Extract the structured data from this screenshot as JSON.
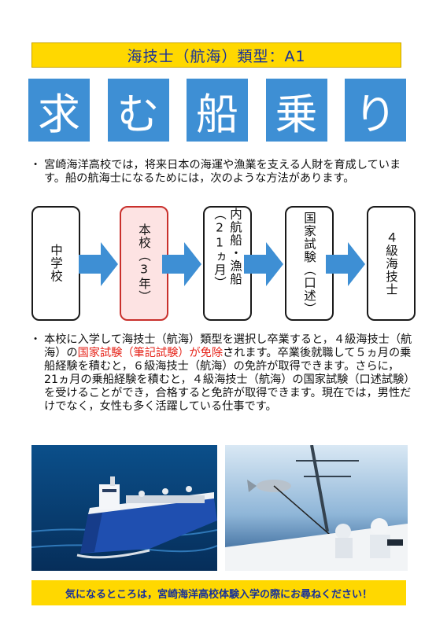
{
  "header": {
    "title": "海技士（航海）類型：A1"
  },
  "big_chars": [
    "求",
    "む",
    "船",
    "乗",
    "り"
  ],
  "intro": {
    "bullet": "・",
    "text": "宮崎海洋高校では，将来日本の海運や漁業を支える人財を育成しています。船の航海士になるためには，次のような方法があります。"
  },
  "flow": {
    "steps": [
      {
        "label": "中学校"
      },
      {
        "label": "本校（3年）"
      },
      {
        "label": "内航船・漁船（21ヵ月）"
      },
      {
        "label": "国家試験（口述）"
      },
      {
        "label": "４級海技士"
      }
    ],
    "colors": {
      "arrow": "#3e8fd4",
      "highlight_border": "#c9302c",
      "highlight_fill": "#fde3e3"
    }
  },
  "detail": {
    "bullet": "・",
    "part1": "本校に入学して海技士（航海）類型を選択し卒業すると，４級海技士（航海）の",
    "highlight": "国家試験（筆記試験）が免除",
    "part2": "されます。卒業後就職して５ヵ月の乗船経験を積むと，６級海技士（航海）の免許が取得できます。さらに，21ヵ月の乗船経験を積むと，４級海技士（航海）の国家試験（口述試験）を受けることができ，合格すると免許が取得できます。現在では，男性だけでなく，女性も多く活躍している仕事です。"
  },
  "photos": [
    {
      "name": "ship-photo"
    },
    {
      "name": "fishing-photo"
    }
  ],
  "footer": {
    "text": "気になるところは，宮崎海洋高校体験入学の際にお尋ねください！"
  },
  "colors": {
    "accent_yellow": "#ffd800",
    "title_blue": "#17309a",
    "tile_blue": "#3e8fd4",
    "highlight_red": "#e6261c"
  }
}
